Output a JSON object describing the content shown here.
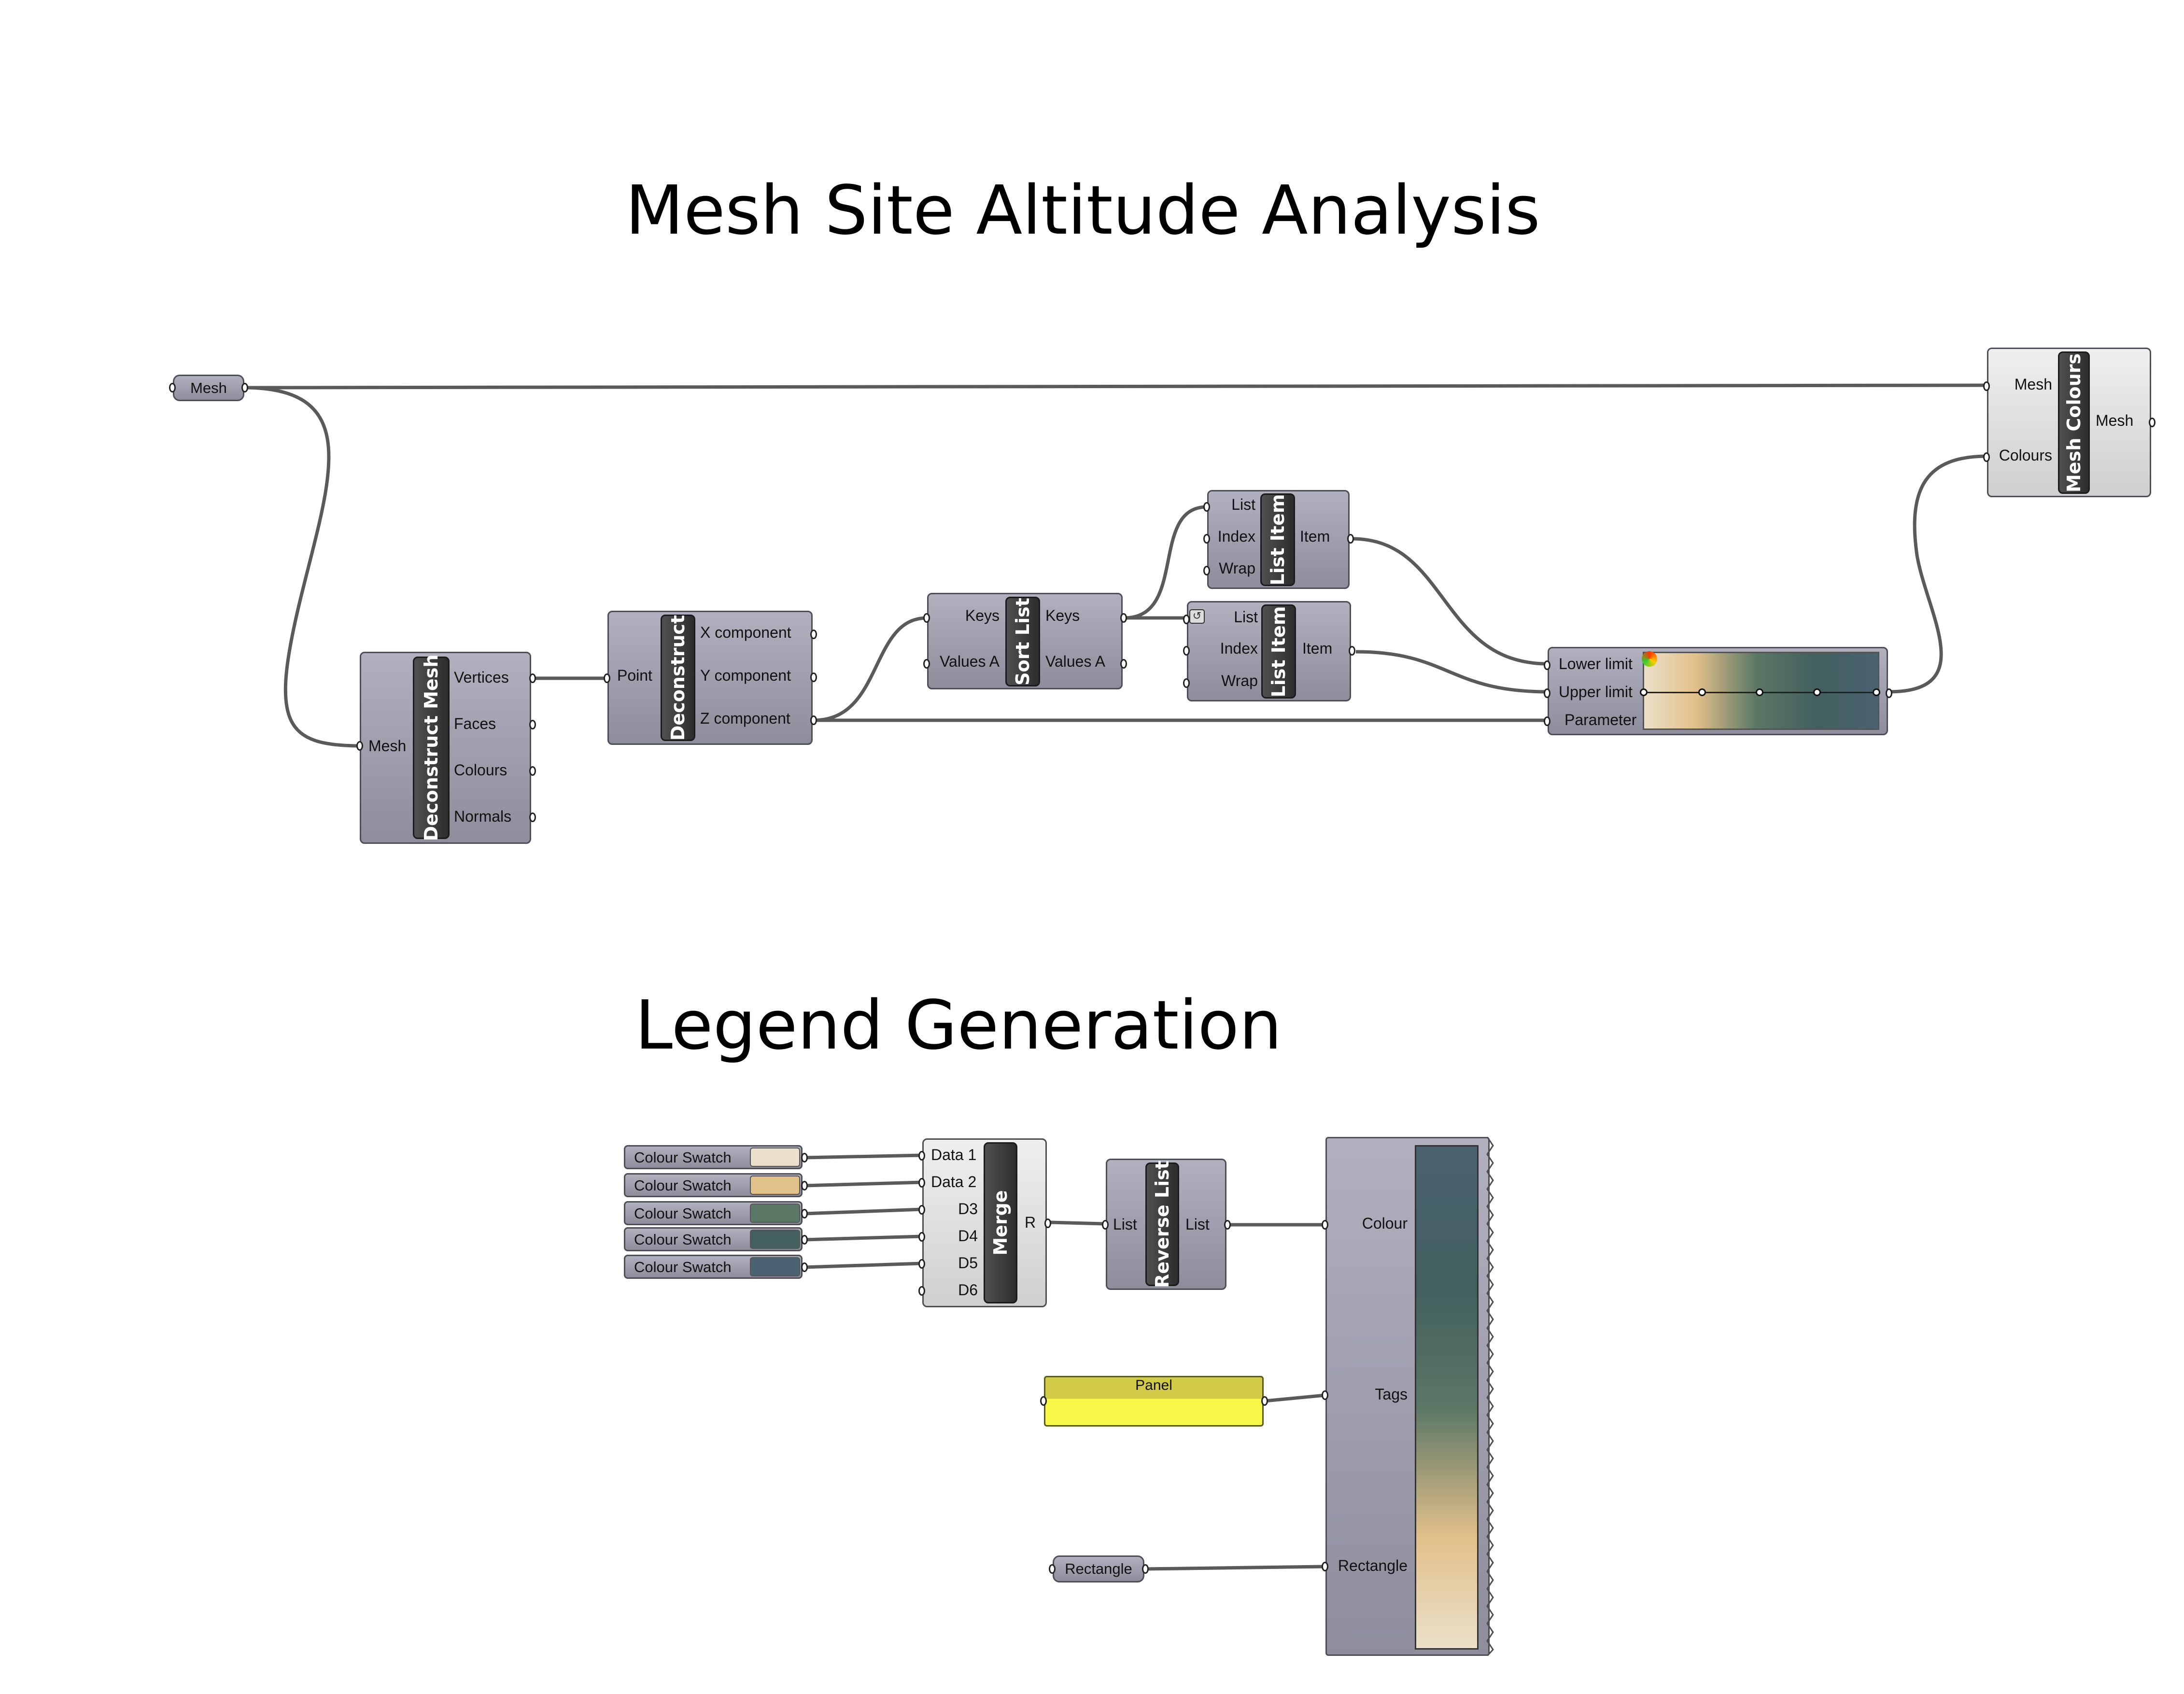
{
  "titles": {
    "analysis": "Mesh Site Altitude Analysis",
    "legend": "Legend Generation"
  },
  "colors": {
    "component_fill": "#a09faf",
    "wire": "#555555",
    "panel_yellow": "#f7f748",
    "swatches": [
      "#ebe0c9",
      "#e2c08a",
      "#5b7766",
      "#435f5e",
      "#4a6271"
    ]
  },
  "mesh_param": {
    "label": "Mesh"
  },
  "deconstruct_mesh": {
    "name": "Deconstruct Mesh",
    "input": "Mesh",
    "outputs": [
      "Vertices",
      "Faces",
      "Colours",
      "Normals"
    ]
  },
  "deconstruct": {
    "name": "Deconstruct",
    "input": "Point",
    "outputs": [
      "X component",
      "Y component",
      "Z component"
    ]
  },
  "sort_list": {
    "name": "Sort List",
    "inputs": [
      "Keys",
      "Values A"
    ],
    "outputs": [
      "Keys",
      "Values A"
    ]
  },
  "list_item_1": {
    "name": "List Item",
    "inputs": [
      "List",
      "Index",
      "Wrap"
    ],
    "output": "Item"
  },
  "list_item_2": {
    "name": "List Item",
    "inputs": [
      "List",
      "Index",
      "Wrap"
    ],
    "output": "Item",
    "icon": "reverse-index-icon"
  },
  "gradient": {
    "inputs": [
      "Lower limit",
      "Upper limit",
      "Parameter"
    ],
    "icon": "gradient-preset-icon"
  },
  "mesh_colours": {
    "name": "Mesh Colours",
    "inputs": [
      "Mesh",
      "Colours"
    ],
    "output": "Mesh"
  },
  "swatches": [
    {
      "label": "Colour Swatch"
    },
    {
      "label": "Colour Swatch"
    },
    {
      "label": "Colour Swatch"
    },
    {
      "label": "Colour Swatch"
    },
    {
      "label": "Colour Swatch"
    }
  ],
  "merge": {
    "name": "Merge",
    "inputs": [
      "Data 1",
      "Data 2",
      "D3",
      "D4",
      "D5",
      "D6"
    ],
    "output": "R"
  },
  "reverse_list": {
    "name": "Reverse List",
    "input": "List",
    "output": "List"
  },
  "panel": {
    "label": "Panel"
  },
  "rectangle_param": {
    "label": "Rectangle"
  },
  "legend": {
    "inputs": [
      "Colour",
      "Tags",
      "Rectangle"
    ]
  }
}
